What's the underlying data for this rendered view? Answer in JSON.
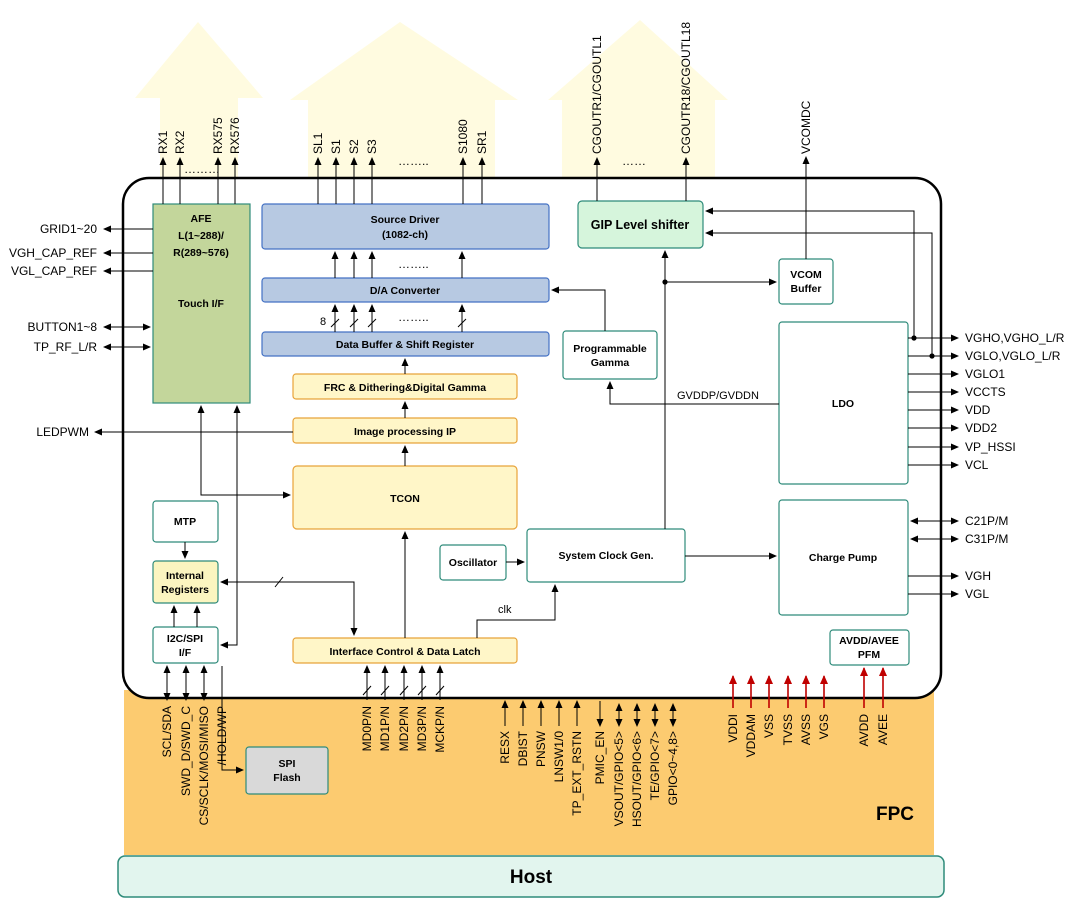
{
  "colors": {
    "fpc": "#fccb70",
    "host_fill": "#e2f5ee",
    "host_stroke": "#2e8b7a",
    "block_blue": "#b7c9e2",
    "block_blue_stroke": "#4472c4",
    "block_yellow": "#fff6c8",
    "block_yellow_stroke": "#e8a33a",
    "block_green_stroke": "#2e8b7a",
    "afe_fill": "#c3d69b",
    "gip_fill": "#d6f5dc",
    "internal_fill": "#fbf5c0",
    "spi_flash_fill": "#d9d9d9",
    "house": "#fffbe0",
    "power_arrow": "#c00000"
  },
  "labels": {
    "host": "Host",
    "fpc": "FPC",
    "afe": [
      "AFE",
      "L(1~288)/",
      "R(289~576)"
    ],
    "touch_if": "Touch I/F",
    "source_driver": [
      "Source Driver",
      "(1082-ch)"
    ],
    "da_converter": "D/A Converter",
    "data_buffer": "Data Buffer & Shift Register",
    "frc": "FRC & Dithering&Digital Gamma",
    "image_ip": "Image processing IP",
    "tcon": "TCON",
    "mtp": "MTP",
    "internal_registers": [
      "Internal",
      "Registers"
    ],
    "i2c_spi": [
      "I2C/SPI",
      "I/F"
    ],
    "spi_flash": [
      "SPI",
      "Flash"
    ],
    "interface_control": "Interface Control & Data Latch",
    "oscillator": "Oscillator",
    "system_clock": "System Clock Gen.",
    "prog_gamma": [
      "Programmable",
      "Gamma"
    ],
    "gip": "GIP Level shifter",
    "vcom_buffer": [
      "VCOM",
      "Buffer"
    ],
    "ldo": "LDO",
    "charge_pump": "Charge Pump",
    "pfm": [
      "AVDD/AVEE",
      "PFM"
    ],
    "gvddp": "GVDDP/GVDDN",
    "clk": "clk",
    "bus8": "8"
  },
  "top_signals": {
    "rx": [
      "RX1",
      "RX2",
      "RX575",
      "RX576"
    ],
    "src": [
      "SL1",
      "S1",
      "S2",
      "S3",
      "S1080",
      "SR1"
    ],
    "gip": [
      "CGOUTR1/CGOUTL1",
      "CGOUTR18/CGOUTL18"
    ],
    "vcom": "VCOMDC",
    "dots_rx": "………",
    "dots_src": "……..",
    "dots_gip": "……"
  },
  "left_signals": [
    "GRID1~20",
    "VGH_CAP_REF",
    "VGL_CAP_REF",
    "BUTTON1~8",
    "TP_RF_L/R",
    "LEDPWM"
  ],
  "right_signals": [
    "VGHO,VGHO_L/R",
    "VGLO,VGLO_L/R",
    "VGLO1",
    "VCCTS",
    "VDD",
    "VDD2",
    "VP_HSSI",
    "VCL",
    "C21P/M",
    "C31P/M",
    "VGH",
    "VGL"
  ],
  "bottom_signals": {
    "spi": [
      "SCL/SDA",
      "SWD_D/SWD_C",
      "CS/SCLK/MOSI/MISO",
      "/HOLD/WP"
    ],
    "mipi": [
      "MD0P/N",
      "MD1P/N",
      "MD2P/N",
      "MD3P/N",
      "MCKP/N"
    ],
    "ctrl": [
      "RESX",
      "DBIST",
      "PNSW",
      "LNSW1/0",
      "TP_EXT_RSTN",
      "PMIC_EN",
      "VSOUT/GPIO<5>",
      "HSOUT/GPIO<6>",
      "TE/GPIO<7>",
      "GPIO<0~4,8>"
    ],
    "power": [
      "VDDI",
      "VDDAM",
      "VSS",
      "TVSS",
      "AVSS",
      "VGS"
    ],
    "pfm": [
      "AVDD",
      "AVEE"
    ]
  }
}
